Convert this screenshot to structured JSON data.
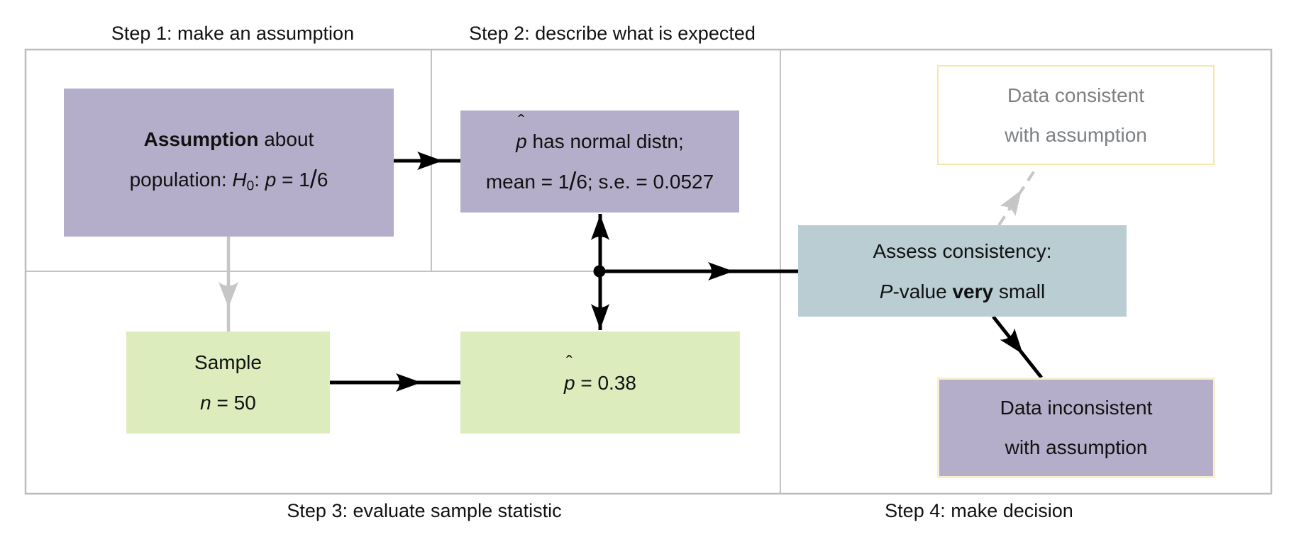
{
  "figure": {
    "type": "flowchart",
    "topic": "hypothesis test logic"
  },
  "colors": {
    "purple": "#b5aeca",
    "green": "#dcecbd",
    "teal": "#b9cdd3",
    "yellow_border": "#f7e7ab",
    "cream_border": "#f8efcc",
    "gray_text": "#7d8084",
    "grid": "#bcbcbc",
    "arrow_gray": "#c6c6c6",
    "black": "#000000"
  },
  "step_labels": {
    "step1": "Step 1: make an assumption",
    "step2": "Step 2: describe what is expected",
    "step3": "Step 3: evaluate sample statistic",
    "step4": "Step 4: make decision"
  },
  "boxes": {
    "assumption": {
      "line1": {
        "bold": "Assumption",
        "rest": " about"
      },
      "line2": {
        "pre": "population: ",
        "H": "H",
        "sub": "0",
        "mid": ": ",
        "p": "p",
        "eq": " = 1",
        "slash": "/",
        "denom": "6"
      }
    },
    "expected": {
      "line1": {
        "p": "p",
        "hat": "ˆ",
        "rest": " has normal distn;"
      },
      "line2": {
        "pre": "mean = 1",
        "slash": "/",
        "post": "6; s.e. = 0.0527"
      }
    },
    "sample": {
      "line1": "Sample",
      "line2": {
        "n": "n",
        "rest": " = 50"
      }
    },
    "stat": {
      "line1": {
        "p": "p",
        "hat": "ˆ",
        "rest": " = 0.38"
      }
    },
    "assess": {
      "line1": "Assess consistency:",
      "line2": {
        "P": "P",
        "mid": "-value ",
        "bold": "very",
        "rest": " small"
      }
    },
    "consistent": {
      "line1": "Data consistent",
      "line2": "with assumption"
    },
    "inconsistent": {
      "line1": "Data inconsistent",
      "line2": "with assumption"
    }
  }
}
